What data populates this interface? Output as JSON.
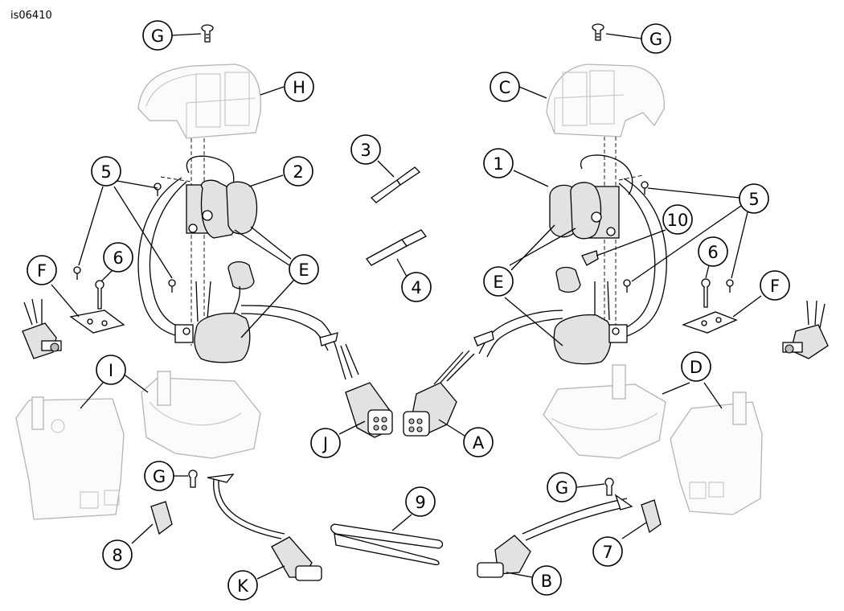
{
  "figure_id": "is06410",
  "callouts": {
    "G1": "G",
    "H": "H",
    "C": "C",
    "G2": "G",
    "n3": "3",
    "n1": "1",
    "n2": "2",
    "n5L": "5",
    "n5R": "5",
    "n10": "10",
    "n6L": "6",
    "n6R": "6",
    "n4": "4",
    "FL": "F",
    "FR": "F",
    "EL": "E",
    "ER": "E",
    "I": "I",
    "D": "D",
    "J": "J",
    "A": "A",
    "G3": "G",
    "G4": "G",
    "n9": "9",
    "n8": "8",
    "n7": "7",
    "K": "K",
    "B": "B"
  }
}
